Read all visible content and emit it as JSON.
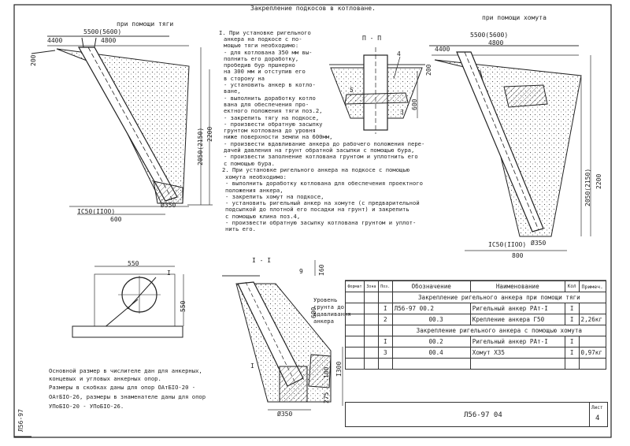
{
  "sheet": {
    "title_top": "Закрепление подкосов в котловане.",
    "side_code": "Л56-97",
    "sheet_label": "Лист",
    "sheet_number": "4"
  },
  "left_view": {
    "heading": "при помощи тяги",
    "dim_total": "5500(5600)",
    "dim_a": "4400",
    "dim_b": "4800",
    "dim_200": "200",
    "dim_2050": "2050(2150)",
    "dim_2200": "2200",
    "base_label": "IС50(IIOO)",
    "width_600": "600",
    "dia_350": "Ø350"
  },
  "section_pp": {
    "label": "П - П",
    "mark_4": "4",
    "mark_5": "5",
    "mark_3": "3",
    "dim_600": "600"
  },
  "right_view": {
    "heading": "при помощи хомута",
    "dim_total": "5500(5600)",
    "dim_a": "4400",
    "dim_b": "4800",
    "dim_200": "200",
    "dim_2050": "2050(2150)",
    "dim_2200": "2200",
    "base_label": "IС50(IIOO)",
    "width_800": "800",
    "dia_350": "Ø350"
  },
  "instructions": {
    "p1_title": "I. При установке ригельного",
    "p1_lines": [
      "анкера на подкосе с по-",
      "мощью тяги необходимо:",
      "- для котлована 350 мм вы-",
      "  полнить его доработку,",
      "  пробедив бур пршнерно",
      "  на 300 мм и отступив его",
      "  в сторону на",
      "- установить анкер в котло-",
      "  ване,",
      "- выполнить доработку котло",
      "  вана для обеспечения про-",
      "  ектного положения тяги поз.2,",
      "- закрепить тягу на подкосе,",
      "- произвести обратную засыпку",
      "  грунтом котлована до уровня",
      "  ниже поверхности земли на 600мм,",
      "- произвести вдавливание анкера до рабочего положения пере-",
      "  дачей давления на грунт обратной засыпки с помощью бура,",
      "- произвести заполнение котлована грунтом и уплотнить его",
      "  с помощью бура."
    ],
    "p2_title": "2. При установке ригельного анкера на подкосе с помощью",
    "p2_lines": [
      "  хомута необходимо:",
      "- выполнить доработку котлована для обеспечения проектного",
      "  положения анкера,",
      "- закрепить хомут на подкосе,",
      "- установить ригельный анкер на хомуте (с предварительной",
      "  подсыпкой до плотной его посадки на грунт) и закрепить",
      "  с помощью клина поз.4,",
      "- произвести обратную засыпку котлована грунтом и уплот-",
      "  нить его."
    ]
  },
  "plan_view": {
    "dim_550_top": "550",
    "dim_550_side": "550",
    "mark_i": "I"
  },
  "section_ii": {
    "label": "I - I",
    "dim_160": "I60",
    "angle": "9",
    "note_level": "Уровень грунта до вдавливания анкера",
    "dim_600": "600",
    "dim_1300": "I300",
    "dim_275": "275",
    "dim_100": "100",
    "dia_350": "Ø350",
    "mark_i": "I"
  },
  "bottom_notes": [
    "Основной размер в числителе дан для анкерных,",
    "концевых и угловых анкерных опор.",
    "Размеры в скобках даны для опор ОАтБIО-20 -",
    "ОАтБIО-26, размеры в знаменателе даны для опор",
    "УПоБIО-20 - УПоБIО-26."
  ],
  "spec_table": {
    "headers": [
      "Формат",
      "Зона",
      "Поз.",
      "Обозначение",
      "Наименование",
      "Кол",
      "Примеч."
    ],
    "section1": "Закрепление ригельного анкера при помощи тяги",
    "rows1": [
      {
        "poz": "I",
        "code": "Л56-97   00.2",
        "name": "Ригельный анкер РАт-I",
        "qty": "I",
        "note": ""
      },
      {
        "poz": "2",
        "code": "00.3",
        "name": "Крепление анкера Г50",
        "qty": "I",
        "note": "2,26кг"
      }
    ],
    "section2": "Закрепление ригельного анкера с помощью хомута",
    "rows2": [
      {
        "poz": "I",
        "code": "00.2",
        "name": "Ригельный анкер РАт-I",
        "qty": "I",
        "note": ""
      },
      {
        "poz": "3",
        "code": "00.4",
        "name": "Хомут Х35",
        "qty": "I",
        "note": "0,97кг"
      }
    ]
  },
  "stamp": {
    "code": "Л56-97   04"
  }
}
